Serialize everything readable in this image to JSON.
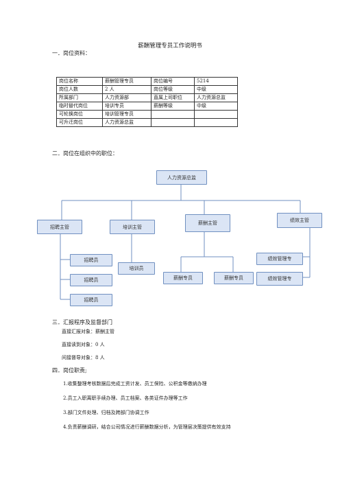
{
  "doc_title": "薪酬管理专员工作说明书",
  "sections": {
    "s1": "一．岗位资料：",
    "s2": "二．岗位在组织中的职位：",
    "s3": "三．汇报程序及监督部门",
    "s4": "四．岗位职责;"
  },
  "table": [
    [
      "岗位名称",
      "薪酬管理专员",
      "岗位编号",
      "5214"
    ],
    [
      "岗位人数",
      "2 人",
      "岗位等级",
      "中级"
    ],
    [
      "所属部门",
      "人力资源部",
      "直属上司职位",
      "人力资源总监"
    ],
    [
      "临时替代岗位",
      "培训专员",
      "薪酬等级",
      "中级"
    ],
    [
      "可轮换岗位",
      "培训管理专员",
      "",
      ""
    ],
    [
      "可升迁岗位",
      "人力资源总监",
      "",
      ""
    ]
  ],
  "org": {
    "top": "人力资源总监",
    "managers": [
      "招聘主管",
      "培训主管",
      "薪酬主管",
      "绩效主管"
    ],
    "recruit_staff": [
      "招聘员",
      "招聘员",
      "招聘员"
    ],
    "training_staff": [
      "培训员"
    ],
    "comp_staff": [
      "薪酬专员",
      "薪酬专员"
    ],
    "perf_staff": [
      "绩效管理专",
      "绩效管理专"
    ]
  },
  "reporting": {
    "direct_report_to": "直接汇报对象：薪酬主管",
    "direct_subordinates": "直接读到对象：0 人",
    "indirect_supervise": "间接督导对象：8 人"
  },
  "duties": [
    "1.收集整理考核数据后完成工资计发、员工保险、公积金等缴纳办理",
    "2.员工入职离职手续办理、员工档案、各类证件办理等工作",
    "3.部门文件处理、归档及跨部门协调工作",
    "4.负责薪酬调研，结合公司情况进行薪酬数据分析，为管理层决策提供有效支持"
  ]
}
